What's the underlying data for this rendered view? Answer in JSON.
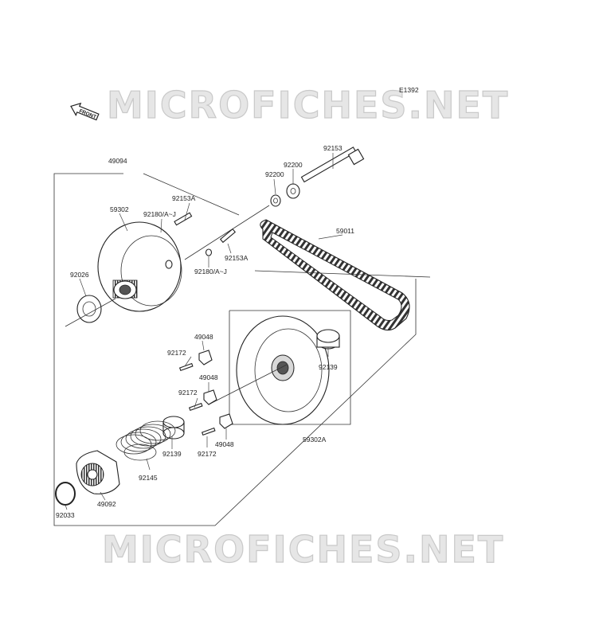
{
  "diagram": {
    "code": "E1392",
    "front_badge": "FRONT",
    "watermark_top": "MICROFICHES.NET",
    "watermark_bottom": "MICROFICHES.NET",
    "labels": {
      "p49094": "49094",
      "p59302": "59302",
      "p92180a": "92180/A~J",
      "p92153a_1": "92153A",
      "p92180b": "92180/A~J",
      "p92153a_2": "92153A",
      "p92200_1": "92200",
      "p92200_2": "92200",
      "p92153": "92153",
      "p59011": "59011",
      "p92026": "92026",
      "p49048_1": "49048",
      "p92172_1": "92172",
      "p49048_2": "49048",
      "p92172_2": "92172",
      "p92139_1": "92139",
      "p59302a": "59302A",
      "p92139_2": "92139",
      "p92172_3": "92172",
      "p49048_3": "49048",
      "p92145": "92145",
      "p92033": "92033",
      "p49092": "49092"
    }
  }
}
